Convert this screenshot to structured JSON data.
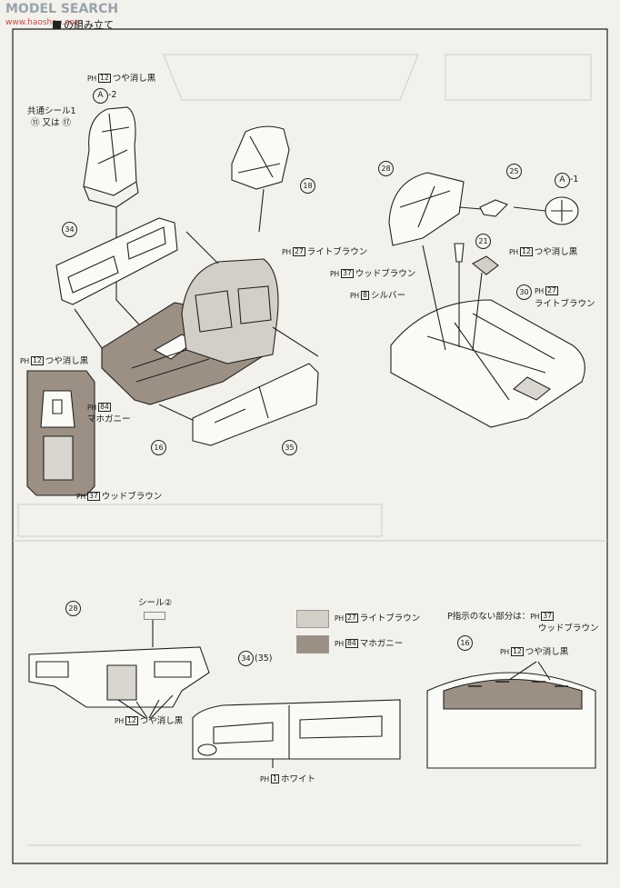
{
  "watermark": {
    "site": "MODEL SEARCH",
    "url": "www.haoshou.com"
  },
  "header": {
    "section_title": "の組み立て"
  },
  "legend": {
    "light_brown": {
      "code": "27",
      "name": "ライトブラウン",
      "color": "#d3cfc6"
    },
    "mahogany": {
      "code": "84",
      "name": "マホガニー",
      "color": "#9c8f84"
    },
    "default_note_1": "P指示のない部分は：",
    "default_note_2": "ウッドブラウン",
    "default_code": "37"
  },
  "paint_prefix": "PH",
  "labels": {
    "seat_gloss": {
      "code": "12",
      "text": "つや消し黒"
    },
    "seal_common_1": "共通シール1",
    "seal_common_2": "⑪ 又は ⑰",
    "seat_part": "-2",
    "seat_part_letter": "A",
    "light_brown_seats": {
      "code": "27",
      "text": "ライトブラウン"
    },
    "wood_brown_console": {
      "code": "37",
      "text": "ウッドブラウン"
    },
    "silver": {
      "code": "8",
      "text": "シルバー"
    },
    "wheel_part": "-1",
    "wheel_part_letter": "A",
    "wheel_black": {
      "code": "12",
      "text": "つや消し黒"
    },
    "light_brown_knob": {
      "code": "27",
      "text": "ライトブラウン"
    },
    "console_black": {
      "code": "12",
      "text": "つや消し黒"
    },
    "console_mahogany": {
      "code": "84",
      "text": "マホガニー"
    },
    "console_wood": {
      "code": "37",
      "text": "ウッドブラウン"
    },
    "seal_2": "シール②",
    "dash_black": {
      "code": "12",
      "text": "つや消し黒"
    },
    "door_white": {
      "code": "1",
      "text": "ホワイト"
    },
    "rear_black": {
      "code": "12",
      "text": "つや消し黒"
    },
    "door_pair": "(35)"
  },
  "parts": {
    "p16a": "16",
    "p16b": "16",
    "p18": "18",
    "p21": "21",
    "p25": "25",
    "p28a": "28",
    "p28b": "28",
    "p30": "30",
    "p34a": "34",
    "p34b": "34",
    "p35": "35"
  }
}
